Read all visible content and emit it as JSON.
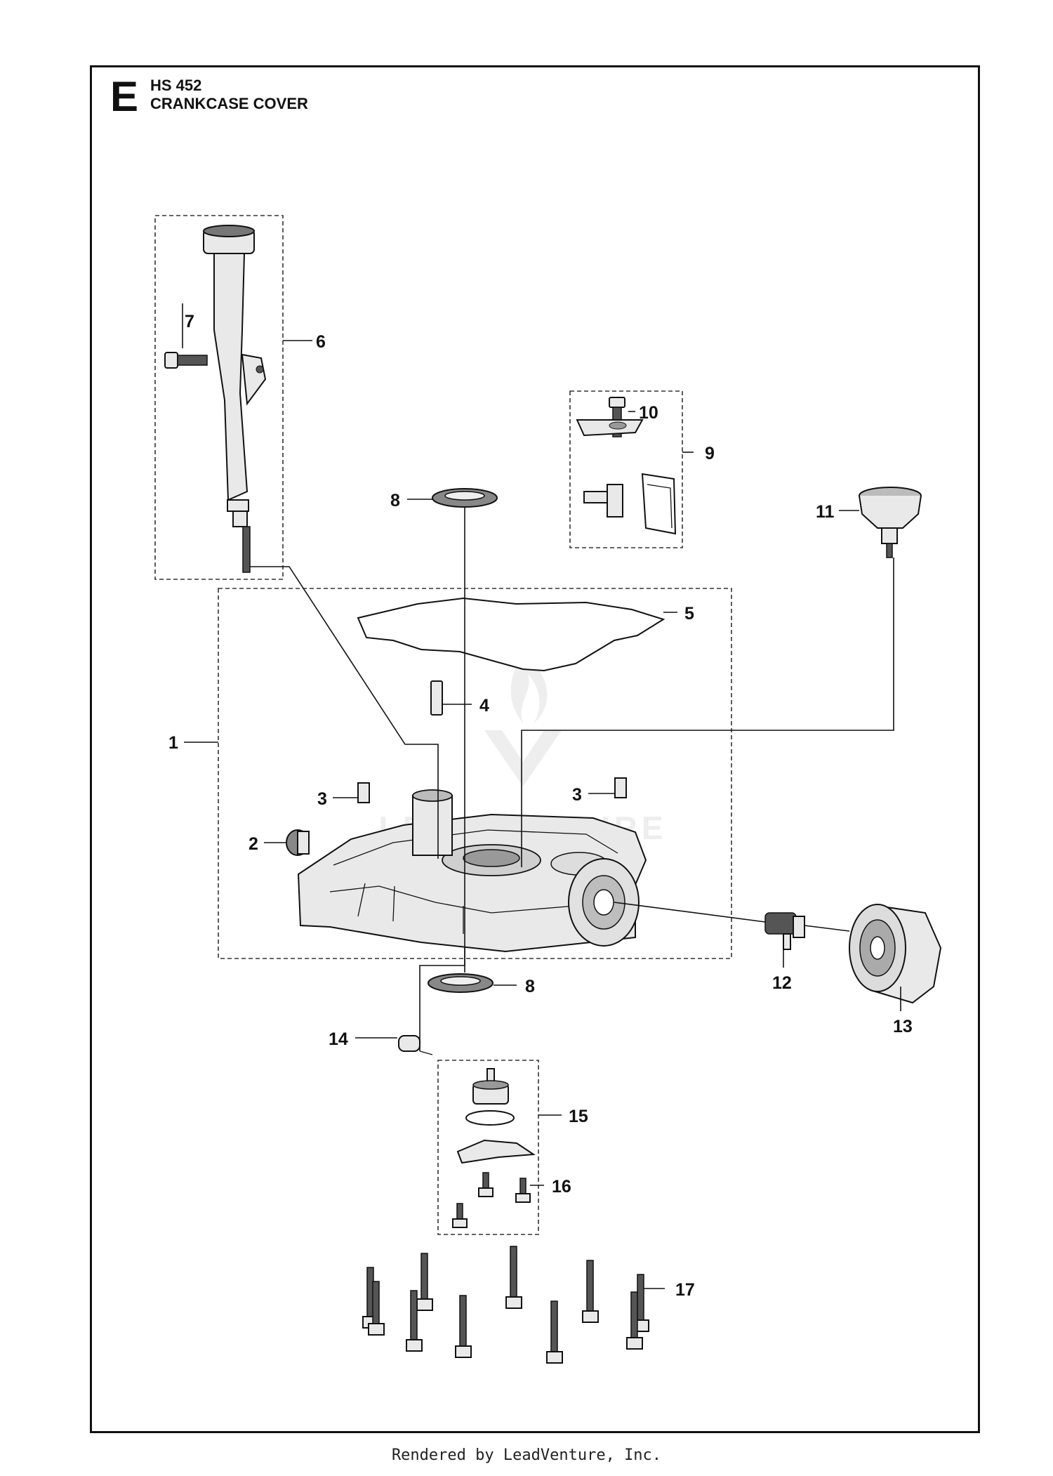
{
  "header": {
    "section_letter": "E",
    "model": "HS 452",
    "title": "CRANKCASE COVER"
  },
  "callouts": [
    {
      "id": "callout-1",
      "label": "1"
    },
    {
      "id": "callout-2",
      "label": "2"
    },
    {
      "id": "callout-3a",
      "label": "3"
    },
    {
      "id": "callout-3b",
      "label": "3"
    },
    {
      "id": "callout-4",
      "label": "4"
    },
    {
      "id": "callout-5",
      "label": "5"
    },
    {
      "id": "callout-6",
      "label": "6"
    },
    {
      "id": "callout-7",
      "label": "7"
    },
    {
      "id": "callout-8a",
      "label": "8"
    },
    {
      "id": "callout-8b",
      "label": "8"
    },
    {
      "id": "callout-9",
      "label": "9"
    },
    {
      "id": "callout-10",
      "label": "10"
    },
    {
      "id": "callout-11",
      "label": "11"
    },
    {
      "id": "callout-12",
      "label": "12"
    },
    {
      "id": "callout-13",
      "label": "13"
    },
    {
      "id": "callout-14",
      "label": "14"
    },
    {
      "id": "callout-15",
      "label": "15"
    },
    {
      "id": "callout-16",
      "label": "16"
    },
    {
      "id": "callout-17",
      "label": "17"
    }
  ],
  "watermark": "LEADVENTURE",
  "footer": "Rendered by LeadVenture, Inc."
}
